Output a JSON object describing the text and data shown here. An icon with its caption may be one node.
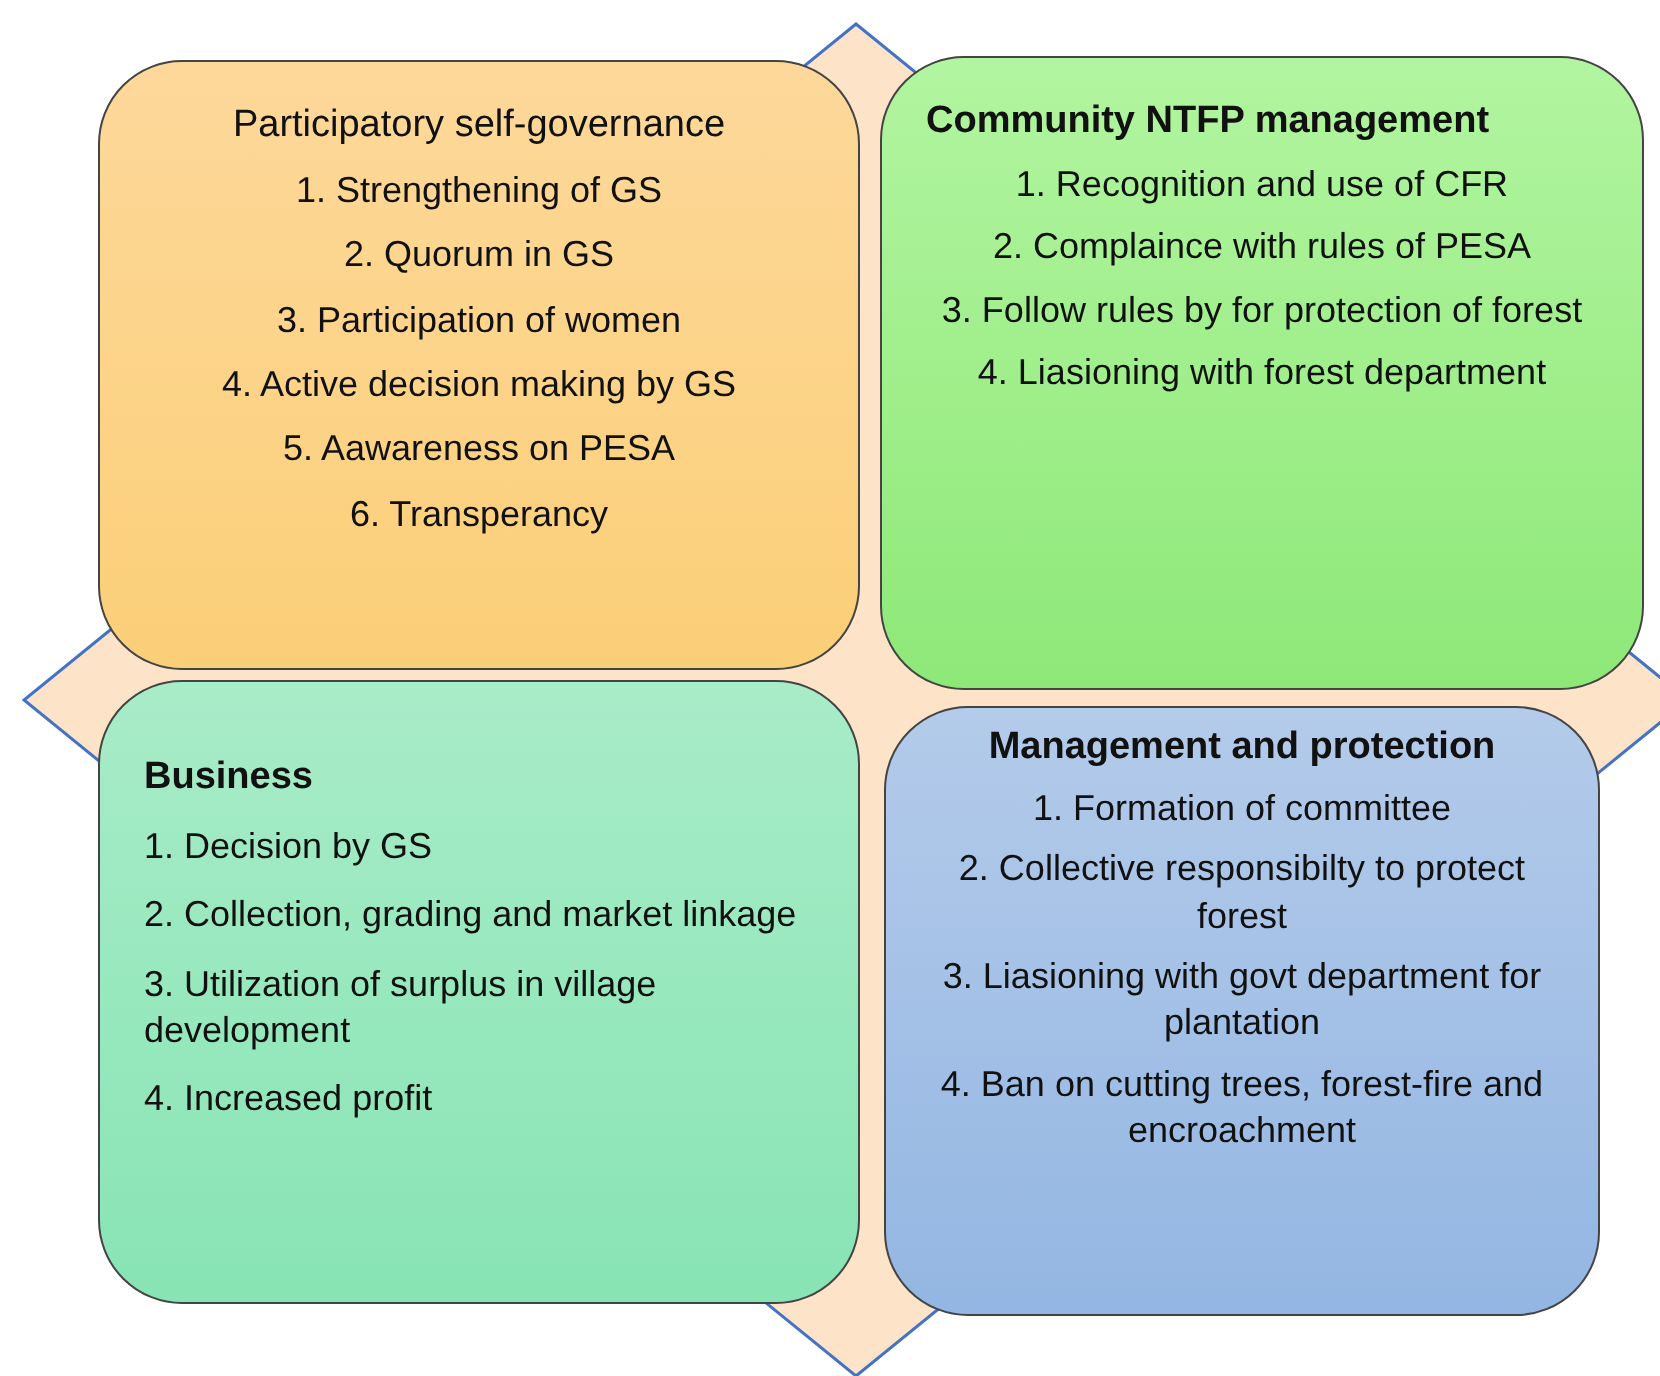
{
  "diagram": {
    "nodes": [
      {
        "text": [
          "Participatory self-governance",
          "1. Strengthening of GS",
          "2. Quorum in GS",
          "3. Participation of women",
          "4. Active decision making by GS",
          "5. Aawareness on PESA",
          "6. Transperancy"
        ]
      },
      {
        "text": [
          "Community NTFP management",
          "1. Recognition and use of CFR",
          "2. Complaince with rules of PESA",
          "3. Follow rules by for protection of forest",
          "4.  Liasioning with forest department"
        ]
      },
      {
        "text": [
          "Business",
          "1. Decision by GS",
          "2. Collection, grading and market linkage",
          "3. Utilization of surplus in village development",
          "4. Increased profit"
        ]
      },
      {
        "text": [
          "Management and protection",
          "1. Formation of committee",
          "2. Collective responsibilty to protect forest",
          "3. Liasioning with govt department for plantation",
          "4. Ban on cutting trees, forest-fire and encroachment"
        ]
      }
    ]
  }
}
